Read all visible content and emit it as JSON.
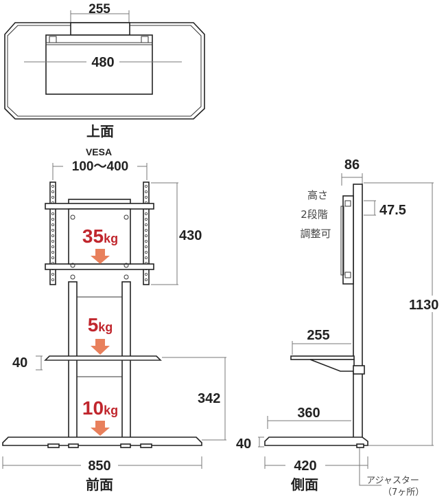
{
  "top_view": {
    "title": "上面",
    "width_label": "255",
    "depth_label": "480"
  },
  "front_view": {
    "title": "前面",
    "vesa_label": "VESA",
    "vesa_range": "100～400",
    "height_430": "430",
    "shelf_gap": "342",
    "shelf_thickness": "40",
    "base_width": "850",
    "loads": [
      {
        "num": "35",
        "unit": "kg"
      },
      {
        "num": "5",
        "unit": "kg"
      },
      {
        "num": "10",
        "unit": "kg"
      }
    ]
  },
  "side_view": {
    "title": "側面",
    "pole_depth": "86",
    "height_note_1": "高さ",
    "height_note_2": "2段階",
    "height_note_3": "調整可",
    "height_step": "47.5",
    "total_height": "1130",
    "shelf_depth": "255",
    "base_depth_top": "360",
    "base_depth": "420",
    "base_thickness": "40",
    "adjuster_label": "アジャスター",
    "adjuster_count": "（7ヶ所）"
  },
  "colors": {
    "load_text": "#c0262d",
    "load_arrow": "#e8805c"
  }
}
